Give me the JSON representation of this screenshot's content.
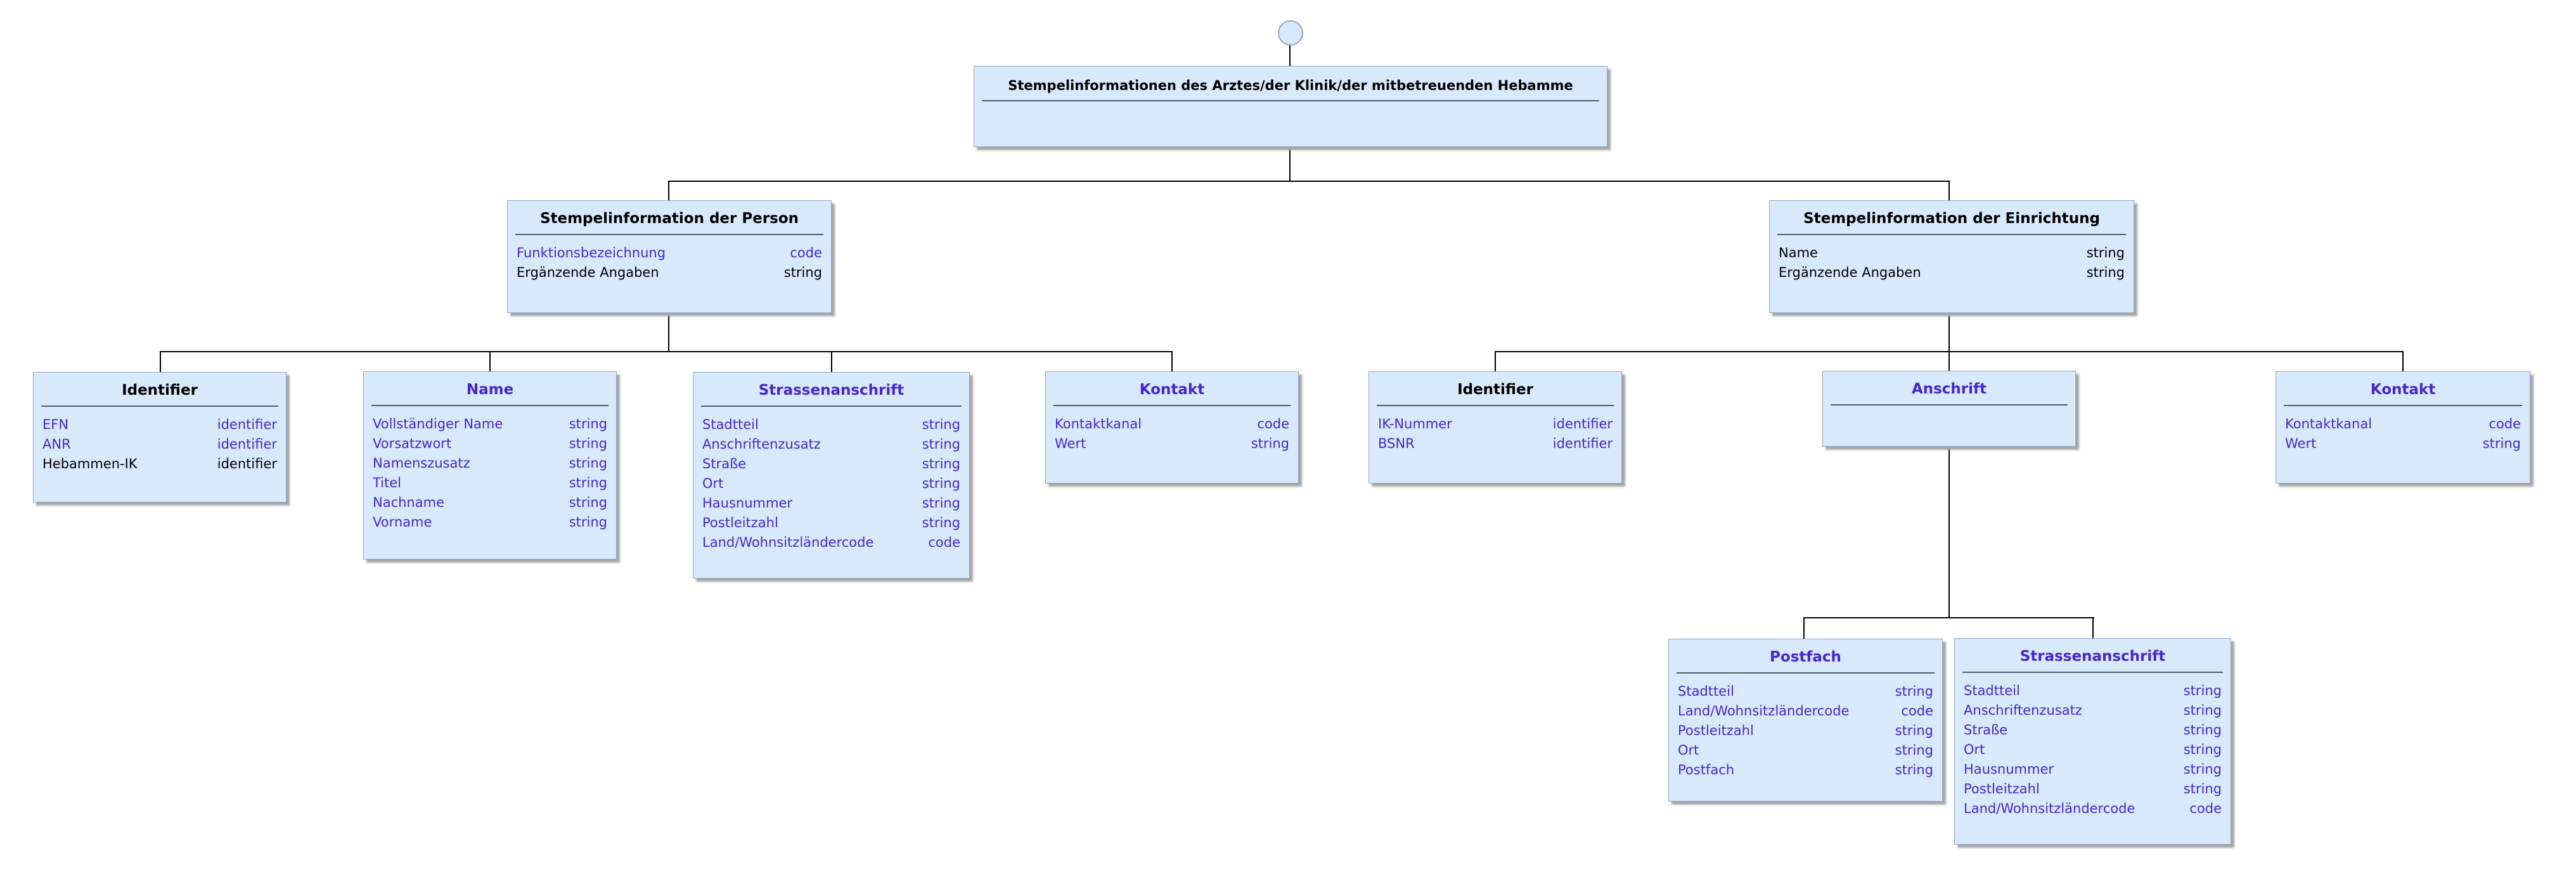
{
  "colors": {
    "node_fill": "#d8e9fc",
    "node_border": "#8fa9c4",
    "divider": "#4e5e6e",
    "shadow": "#a6a6a6",
    "connector": "#000000",
    "link_text": "#4527cb",
    "plain_text": "#000000"
  },
  "boxes": {
    "root": {
      "title": "Stempelinformationen des Arztes/der Klinik/der mitbetreuenden Hebamme",
      "title_color": "#000000",
      "fields": []
    },
    "person": {
      "title": "Stempelinformation der Person",
      "title_color": "#000000",
      "fields": [
        {
          "name": "Funktionsbezeichnung",
          "type": "code",
          "color": "#4527cb"
        },
        {
          "name": "Ergänzende Angaben",
          "type": "string",
          "color": "#000000"
        }
      ]
    },
    "einrichtung": {
      "title": "Stempelinformation der Einrichtung",
      "title_color": "#000000",
      "fields": [
        {
          "name": "Name",
          "type": "string",
          "color": "#000000"
        },
        {
          "name": "Ergänzende Angaben",
          "type": "string",
          "color": "#000000"
        }
      ]
    },
    "identifier_person": {
      "title": "Identifier",
      "title_color": "#000000",
      "fields": [
        {
          "name": "EFN",
          "type": "identifier",
          "color": "#4527cb"
        },
        {
          "name": "ANR",
          "type": "identifier",
          "color": "#4527cb"
        },
        {
          "name": "Hebammen-IK",
          "type": "identifier",
          "color": "#000000"
        }
      ]
    },
    "name_person": {
      "title": "Name",
      "title_color": "#4527cb",
      "fields": [
        {
          "name": "Vollständiger Name",
          "type": "string",
          "color": "#4527cb"
        },
        {
          "name": "Vorsatzwort",
          "type": "string",
          "color": "#4527cb"
        },
        {
          "name": "Namenszusatz",
          "type": "string",
          "color": "#4527cb"
        },
        {
          "name": "Titel",
          "type": "string",
          "color": "#4527cb"
        },
        {
          "name": "Nachname",
          "type": "string",
          "color": "#4527cb"
        },
        {
          "name": "Vorname",
          "type": "string",
          "color": "#4527cb"
        }
      ]
    },
    "strasse_person": {
      "title": "Strassenanschrift",
      "title_color": "#4527cb",
      "fields": [
        {
          "name": "Stadtteil",
          "type": "string",
          "color": "#4527cb"
        },
        {
          "name": "Anschriftenzusatz",
          "type": "string",
          "color": "#4527cb"
        },
        {
          "name": "Straße",
          "type": "string",
          "color": "#4527cb"
        },
        {
          "name": "Ort",
          "type": "string",
          "color": "#4527cb"
        },
        {
          "name": "Hausnummer",
          "type": "string",
          "color": "#4527cb"
        },
        {
          "name": "Postleitzahl",
          "type": "string",
          "color": "#4527cb"
        },
        {
          "name": "Land/Wohnsitzländercode",
          "type": "code",
          "color": "#4527cb"
        }
      ]
    },
    "kontakt_person": {
      "title": "Kontakt",
      "title_color": "#4527cb",
      "fields": [
        {
          "name": "Kontaktkanal",
          "type": "code",
          "color": "#4527cb"
        },
        {
          "name": "Wert",
          "type": "string",
          "color": "#4527cb"
        }
      ]
    },
    "identifier_einrichtung": {
      "title": "Identifier",
      "title_color": "#000000",
      "fields": [
        {
          "name": "IK-Nummer",
          "type": "identifier",
          "color": "#4527cb"
        },
        {
          "name": "BSNR",
          "type": "identifier",
          "color": "#4527cb"
        }
      ]
    },
    "anschrift_einrichtung": {
      "title": "Anschrift",
      "title_color": "#4527cb",
      "fields": []
    },
    "kontakt_einrichtung": {
      "title": "Kontakt",
      "title_color": "#4527cb",
      "fields": [
        {
          "name": "Kontaktkanal",
          "type": "code",
          "color": "#4527cb"
        },
        {
          "name": "Wert",
          "type": "string",
          "color": "#4527cb"
        }
      ]
    },
    "postfach": {
      "title": "Postfach",
      "title_color": "#4527cb",
      "fields": [
        {
          "name": "Stadtteil",
          "type": "string",
          "color": "#4527cb"
        },
        {
          "name": "Land/Wohnsitzländercode",
          "type": "code",
          "color": "#4527cb"
        },
        {
          "name": "Postleitzahl",
          "type": "string",
          "color": "#4527cb"
        },
        {
          "name": "Ort",
          "type": "string",
          "color": "#4527cb"
        },
        {
          "name": "Postfach",
          "type": "string",
          "color": "#4527cb"
        }
      ]
    },
    "strasse_einrichtung": {
      "title": "Strassenanschrift",
      "title_color": "#4527cb",
      "fields": [
        {
          "name": "Stadtteil",
          "type": "string",
          "color": "#4527cb"
        },
        {
          "name": "Anschriftenzusatz",
          "type": "string",
          "color": "#4527cb"
        },
        {
          "name": "Straße",
          "type": "string",
          "color": "#4527cb"
        },
        {
          "name": "Ort",
          "type": "string",
          "color": "#4527cb"
        },
        {
          "name": "Hausnummer",
          "type": "string",
          "color": "#4527cb"
        },
        {
          "name": "Postleitzahl",
          "type": "string",
          "color": "#4527cb"
        },
        {
          "name": "Land/Wohnsitzländercode",
          "type": "code",
          "color": "#4527cb"
        }
      ]
    }
  }
}
